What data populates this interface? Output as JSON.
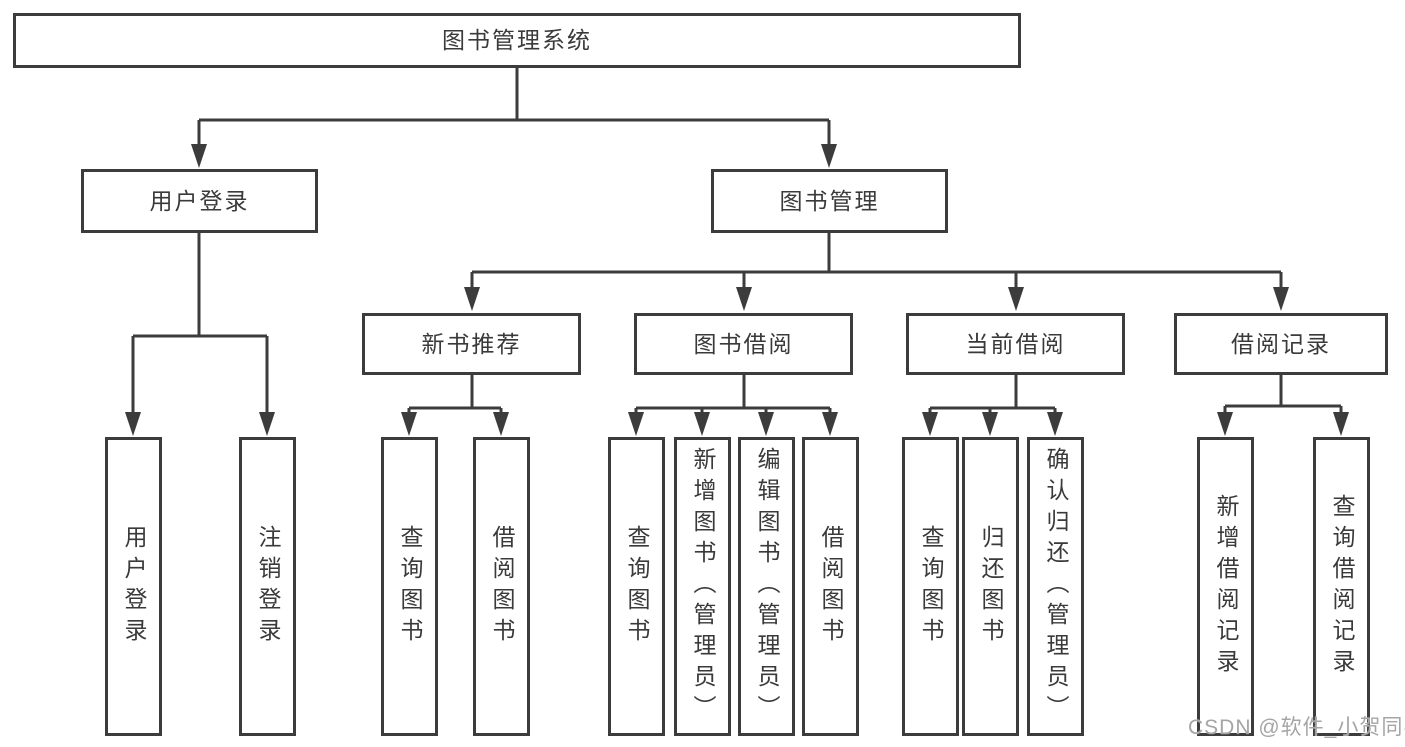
{
  "diagram_title": "图书管理系统",
  "nodes": {
    "root": {
      "label": "图书管理系统"
    },
    "user_login": {
      "label": "用户登录"
    },
    "book_management": {
      "label": "图书管理"
    },
    "new_book_recommend": {
      "label": "新书推荐"
    },
    "book_borrow": {
      "label": "图书借阅"
    },
    "current_borrow": {
      "label": "当前借阅"
    },
    "borrow_record": {
      "label": "借阅记录"
    },
    "leaf_user_login": {
      "label": "用户登录"
    },
    "leaf_logout": {
      "label": "注销登录"
    },
    "leaf_query_book_rec": {
      "label": "查询图书"
    },
    "leaf_borrow_book_rec": {
      "label": "借阅图书"
    },
    "leaf_query_book_borrow": {
      "label": "查询图书"
    },
    "leaf_add_book": {
      "label": "新增图书（管理员）"
    },
    "leaf_edit_book": {
      "label": "编辑图书（管理员）"
    },
    "leaf_borrow_book_borrow": {
      "label": "借阅图书"
    },
    "leaf_query_book_current": {
      "label": "查询图书"
    },
    "leaf_return_book": {
      "label": "归还图书"
    },
    "leaf_confirm_return": {
      "label": "确认归还（管理员）"
    },
    "leaf_add_borrow_record": {
      "label": "新增借阅记录"
    },
    "leaf_query_borrow_record": {
      "label": "查询借阅记录"
    }
  },
  "edges": [
    {
      "from": "root",
      "to": "user_login"
    },
    {
      "from": "root",
      "to": "book_management"
    },
    {
      "from": "user_login",
      "to": "leaf_user_login"
    },
    {
      "from": "user_login",
      "to": "leaf_logout"
    },
    {
      "from": "book_management",
      "to": "new_book_recommend"
    },
    {
      "from": "book_management",
      "to": "book_borrow"
    },
    {
      "from": "book_management",
      "to": "current_borrow"
    },
    {
      "from": "book_management",
      "to": "borrow_record"
    },
    {
      "from": "new_book_recommend",
      "to": "leaf_query_book_rec"
    },
    {
      "from": "new_book_recommend",
      "to": "leaf_borrow_book_rec"
    },
    {
      "from": "book_borrow",
      "to": "leaf_query_book_borrow"
    },
    {
      "from": "book_borrow",
      "to": "leaf_add_book"
    },
    {
      "from": "book_borrow",
      "to": "leaf_edit_book"
    },
    {
      "from": "book_borrow",
      "to": "leaf_borrow_book_borrow"
    },
    {
      "from": "current_borrow",
      "to": "leaf_query_book_current"
    },
    {
      "from": "current_borrow",
      "to": "leaf_return_book"
    },
    {
      "from": "current_borrow",
      "to": "leaf_confirm_return"
    },
    {
      "from": "borrow_record",
      "to": "leaf_add_borrow_record"
    },
    {
      "from": "borrow_record",
      "to": "leaf_query_borrow_record"
    }
  ],
  "watermark": {
    "text": "CSDN @软件_小贺同学"
  },
  "colors": {
    "line": "#3c3c3c",
    "box_border": "#3c3c3c",
    "text": "#3a3a3a",
    "background": "#ffffff",
    "watermark": "#a5a5a5"
  }
}
